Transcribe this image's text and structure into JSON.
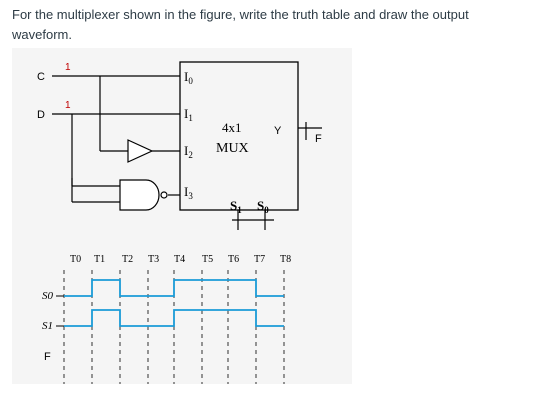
{
  "question": {
    "line1": "For the multiplexer shown in the figure, write the truth table and draw the output",
    "line2": "waveform."
  },
  "figure": {
    "input_c": {
      "name": "C",
      "value": "1"
    },
    "input_d": {
      "name": "D",
      "value": "1"
    },
    "mux_inputs": [
      "I",
      "I",
      "I",
      "I"
    ],
    "mux_input_subs": [
      "0",
      "1",
      "2",
      "3"
    ],
    "mux_label": "4x1",
    "mux_name": "MUX",
    "output_pin": "Y",
    "output_name": "F",
    "select_names": [
      "S",
      "S"
    ],
    "select_subs": [
      "1",
      "0"
    ]
  },
  "timing": {
    "time_labels": [
      "T0",
      "T1",
      "T2",
      "T3",
      "T4",
      "T5",
      "T6",
      "T7",
      "T8"
    ],
    "s0_label": "S0",
    "s1_label": "S1",
    "f_label": "F",
    "colors": {
      "signal": "#1a9bd7",
      "wire": "#000000",
      "panel": "#f5f5f5"
    }
  }
}
